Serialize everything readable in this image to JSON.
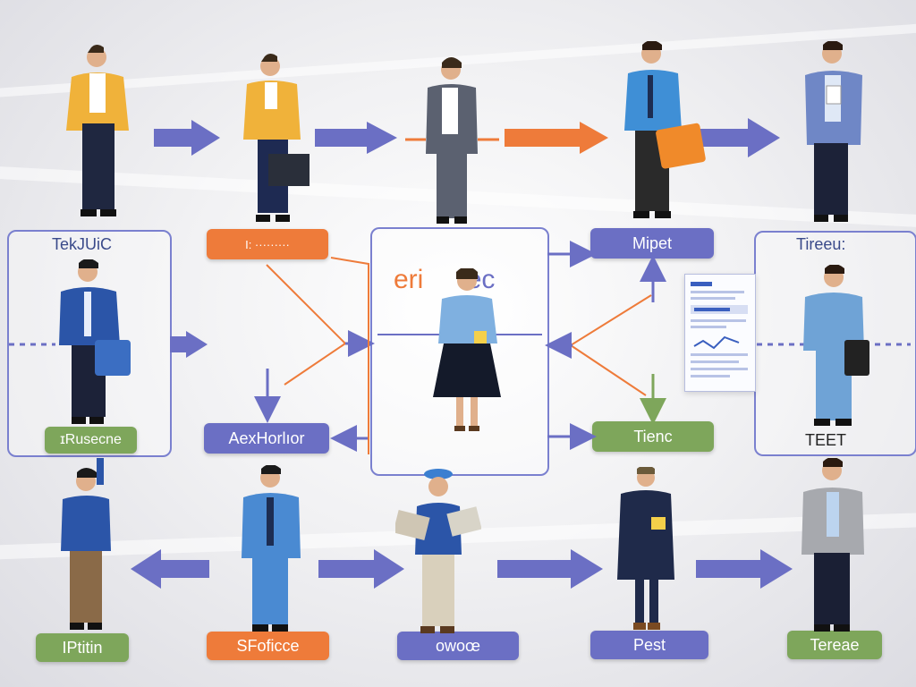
{
  "colors": {
    "accent_purple": "#6b6fc4",
    "accent_orange": "#ee7b3a",
    "accent_green": "#7ea65b",
    "panel_border": "#7a80cf"
  },
  "left_panel": {
    "title": "TekJUiC",
    "badge": "ɪRusecne"
  },
  "center_panel": {
    "title_part1": "eri",
    "title_part2": "ec"
  },
  "right_panel": {
    "title": "Tireeu:",
    "caption": "TEET"
  },
  "labels": {
    "top_orange": "I: ·········",
    "center_left_purple": "AexHorlıor",
    "top_right_purple": "Mipet",
    "center_right_green": "Tienc"
  },
  "bottom_labels": [
    "IPtitin",
    "SFoficce",
    "owoœ",
    "Pest",
    "Tereae"
  ]
}
